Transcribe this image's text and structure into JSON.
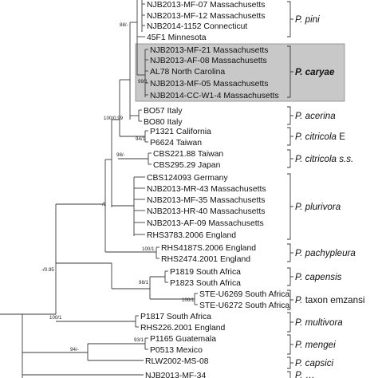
{
  "highlight_color": "#c8c8c8",
  "leaves": [
    "NJB2013-MF-07 Massachusetts",
    "NJB2013-MF-12 Massachusetts",
    "NJB2014-1152 Connecticut",
    "45F1 Minnesota",
    "NJB2013-MF-21 Massachusetts",
    "NJB2013-AF-08 Massachusetts",
    "AL78 North Carolina",
    "NJB2013-MF-05 Massachusetts",
    "NJB2014-CC-W1-4 Massachusetts",
    "BO57 Italy",
    "BO80 Italy",
    "P1321 California",
    "P6624 Taiwan",
    "CBS221.88 Taiwan",
    "CBS295.29 Japan",
    "CBS124093 Germany",
    "NJB2013-MR-43 Massachusetts",
    "NJB2013-MF-35 Massachusetts",
    "NJB2013-HR-40 Massachusetts",
    "NJB2013-AF-09 Massachusetts",
    "RHS3783.2006 England",
    "RHS4187S.2006 England",
    "RHS2474.2001 England",
    "P1819 South Africa",
    "P1823 South Africa",
    "STE-U6269 South Africa",
    "STE-U6272 South Africa",
    "P1817 South Africa",
    "RHS226.2001 England",
    "P1165 Guatemala",
    "P0513 Mexico",
    "RLW2002-MS-08",
    "NJB2013-MF-34"
  ],
  "clades": [
    {
      "italic": "P. pini",
      "roman": ""
    },
    {
      "italic": "P. caryae",
      "roman": ""
    },
    {
      "italic": "P. acerina",
      "roman": ""
    },
    {
      "italic": "P. citricola",
      "roman": " E"
    },
    {
      "italic": "P. citricola s.s.",
      "roman": ""
    },
    {
      "italic": "P. plurivora",
      "roman": ""
    },
    {
      "italic": "P. pachypleura",
      "roman": ""
    },
    {
      "italic": "P. capensis",
      "roman": ""
    },
    {
      "italic": "P.",
      "roman": " taxon emzansi"
    },
    {
      "italic": "P. multivora",
      "roman": ""
    },
    {
      "italic": "P. mengei",
      "roman": ""
    },
    {
      "italic": "P. capsici",
      "roman": ""
    },
    {
      "italic": "P. ",
      "roman": "…"
    }
  ],
  "supports": [
    "88/-",
    "99/1",
    "100/0.99",
    "94/1",
    "98/-",
    "-/1",
    "100/1",
    "-/0.95",
    "98/1",
    "100/1",
    "100/1",
    "93/1",
    "94/-"
  ]
}
